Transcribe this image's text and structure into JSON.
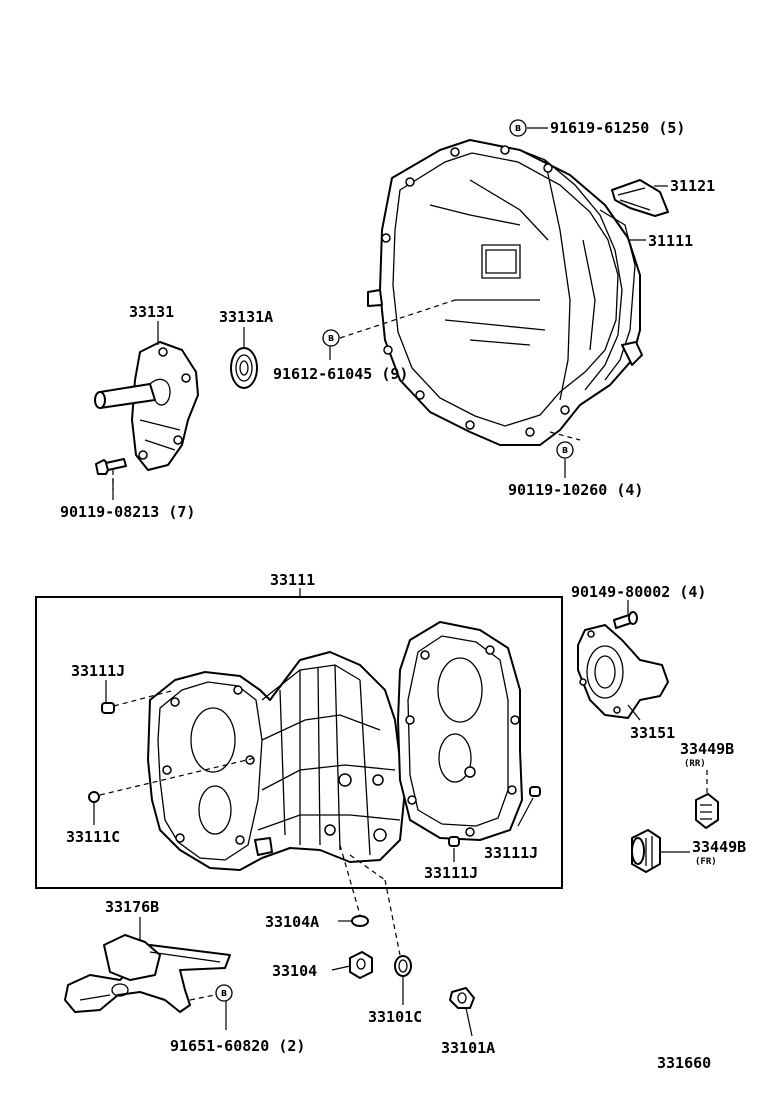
{
  "diagram": {
    "marker_letter": "B",
    "labels": {
      "p91619_61250": "91619-61250 (5)",
      "p31121": "31121",
      "p31111": "31111",
      "p33131": "33131",
      "p33131A": "33131A",
      "p91612_61045": "91612-61045 (9)",
      "p90119_10260": "90119-10260 (4)",
      "p90119_08213": "90119-08213 (7)",
      "p33111_top": "33111",
      "p90149_80002": "90149-80002 (4)",
      "p33111J_a": "33111J",
      "p33151": "33151",
      "p33449B_rr": "33449B",
      "rr": "(RR)",
      "p33111C": "33111C",
      "p33449B_fr": "33449B",
      "fr": "(FR)",
      "p33111J_b": "33111J",
      "p33111J_c": "33111J",
      "p33176B": "33176B",
      "p33104A": "33104A",
      "p33104": "33104",
      "p33101C": "33101C",
      "p91651_60820": "91651-60820 (2)",
      "p33101A": "33101A",
      "figure_number": "331660"
    }
  }
}
